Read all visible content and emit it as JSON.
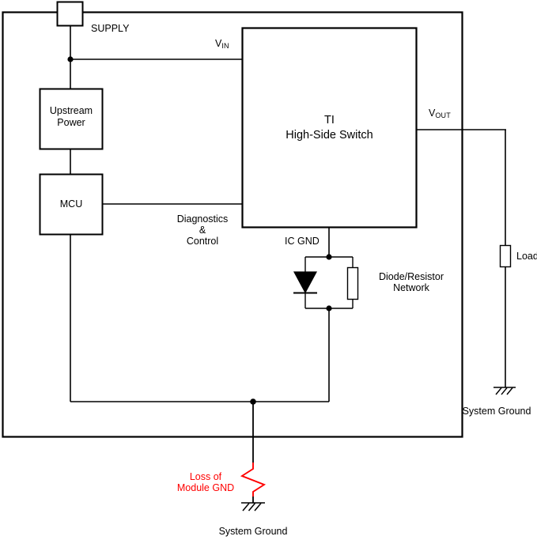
{
  "diagram": {
    "title": "TI High-Side Switch module ground-loss block diagram",
    "colors": {
      "wire": "#000000",
      "fault": "#ff0000",
      "background": "#ffffff"
    }
  },
  "module": {
    "supply_terminal_label": "SUPPLY"
  },
  "blocks": {
    "upstream_power": {
      "line1": "Upstream",
      "line2": "Power"
    },
    "mcu": {
      "label": "MCU"
    },
    "switch": {
      "line1": "TI",
      "line2": "High-Side Switch"
    }
  },
  "nets": {
    "vin": {
      "text": "V",
      "sub": "IN"
    },
    "vout": {
      "text": "V",
      "sub": "OUT"
    },
    "ic_gnd": "IC GND",
    "diagnostics": {
      "line1": "Diagnostics",
      "line2": "&",
      "line3": "Control"
    }
  },
  "components": {
    "diode_resistor_network": {
      "line1": "Diode/Resistor",
      "line2": "Network"
    },
    "load": {
      "label": "Load"
    }
  },
  "grounds": {
    "right_system_ground": "System Ground",
    "bottom_system_ground": "System Ground"
  },
  "fault": {
    "line1": "Loss of",
    "line2": "Module GND"
  }
}
